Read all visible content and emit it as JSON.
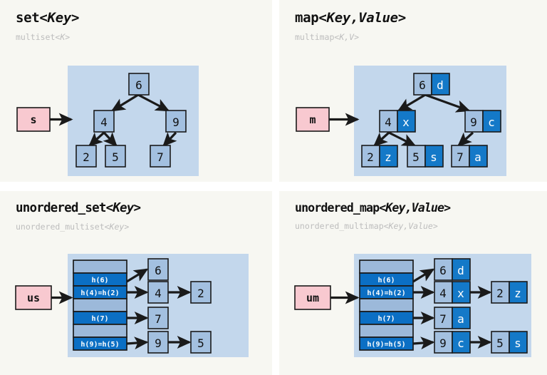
{
  "panels": [
    {
      "id": "set",
      "title_name": "set",
      "title_params": "<Key>",
      "subtitle_name": "multiset",
      "subtitle_params": "<K>",
      "handle": "s",
      "structure": "binary-search-tree",
      "nodes": [
        {
          "key": "6"
        },
        {
          "key": "4"
        },
        {
          "key": "9"
        },
        {
          "key": "2"
        },
        {
          "key": "5"
        },
        {
          "key": "7"
        }
      ]
    },
    {
      "id": "map",
      "title_name": "map",
      "title_params": "<Key,Value>",
      "subtitle_name": "multimap",
      "subtitle_params": "<K,V>",
      "handle": "m",
      "structure": "binary-search-tree",
      "nodes": [
        {
          "key": "6",
          "value": "d"
        },
        {
          "key": "4",
          "value": "x"
        },
        {
          "key": "9",
          "value": "c"
        },
        {
          "key": "2",
          "value": "z"
        },
        {
          "key": "5",
          "value": "s"
        },
        {
          "key": "7",
          "value": "a"
        }
      ]
    },
    {
      "id": "unordered_set",
      "title_name": "unordered_set",
      "title_params": "<Key>",
      "subtitle_name": "unordered_multiset",
      "subtitle_params": "<Key>",
      "handle": "us",
      "structure": "hash-table",
      "buckets": [
        {
          "label": "",
          "filled": false
        },
        {
          "label": "h(6)",
          "filled": true
        },
        {
          "label": "h(4)=h(2)",
          "filled": true
        },
        {
          "label": "",
          "filled": false
        },
        {
          "label": "h(7)",
          "filled": true
        },
        {
          "label": "",
          "filled": false
        },
        {
          "label": "h(9)=h(5)",
          "filled": true
        }
      ],
      "chains": [
        {
          "bucket": 1,
          "nodes": [
            {
              "key": "6"
            }
          ]
        },
        {
          "bucket": 2,
          "nodes": [
            {
              "key": "4"
            },
            {
              "key": "2"
            }
          ]
        },
        {
          "bucket": 4,
          "nodes": [
            {
              "key": "7"
            }
          ]
        },
        {
          "bucket": 6,
          "nodes": [
            {
              "key": "9"
            },
            {
              "key": "5"
            }
          ]
        }
      ]
    },
    {
      "id": "unordered_map",
      "title_name": "unordered_map",
      "title_params": "<Key,Value>",
      "subtitle_name": "unordered_multimap",
      "subtitle_params": "<Key,Value>",
      "handle": "um",
      "structure": "hash-table",
      "buckets": [
        {
          "label": "",
          "filled": false
        },
        {
          "label": "h(6)",
          "filled": true
        },
        {
          "label": "h(4)=h(2)",
          "filled": true
        },
        {
          "label": "",
          "filled": false
        },
        {
          "label": "h(7)",
          "filled": true
        },
        {
          "label": "",
          "filled": false
        },
        {
          "label": "h(9)=h(5)",
          "filled": true
        }
      ],
      "chains": [
        {
          "bucket": 1,
          "nodes": [
            {
              "key": "6",
              "value": "d"
            }
          ]
        },
        {
          "bucket": 2,
          "nodes": [
            {
              "key": "4",
              "value": "x"
            },
            {
              "key": "2",
              "value": "z"
            }
          ]
        },
        {
          "bucket": 4,
          "nodes": [
            {
              "key": "7",
              "value": "a"
            }
          ]
        },
        {
          "bucket": 6,
          "nodes": [
            {
              "key": "9",
              "value": "c"
            },
            {
              "key": "5",
              "value": "s"
            }
          ]
        }
      ]
    }
  ],
  "colors": {
    "page_background": "#ffffff",
    "panel_background": "#f7f7f2",
    "diagram_background": "#c3d7ec",
    "node_key_fill": "#a3c0e0",
    "node_value_fill": "#1479c8",
    "bucket_empty_fill": "#9cb9da",
    "bucket_filled_fill": "#0b6fc4",
    "handle_fill": "#f8c9d0",
    "stroke": "#1a1a1a",
    "title_text": "#111111",
    "subtitle_text": "#bdbdbd",
    "value_text": "#ffffff"
  }
}
